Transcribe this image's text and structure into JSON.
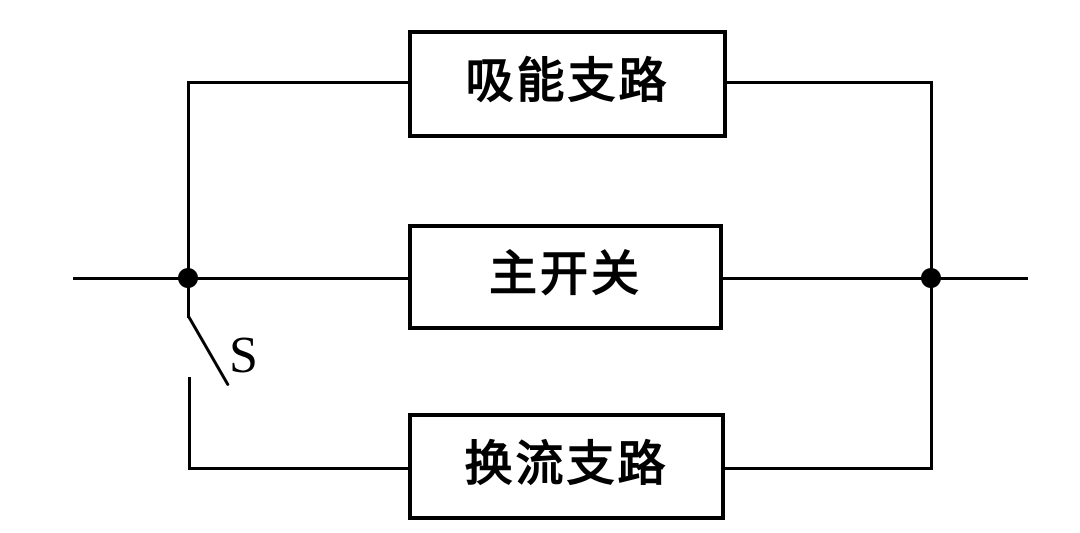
{
  "diagram": {
    "title": "hybrid-dc-breaker-block-diagram",
    "background_color": "#ffffff",
    "line_color": "#000000",
    "boxes": [
      {
        "id": "absorption-branch",
        "label": "吸能支路"
      },
      {
        "id": "main-switch",
        "label": "主开关"
      },
      {
        "id": "commutation-branch",
        "label": "换流支路"
      }
    ],
    "switch": {
      "label": "S",
      "state": "open"
    }
  }
}
